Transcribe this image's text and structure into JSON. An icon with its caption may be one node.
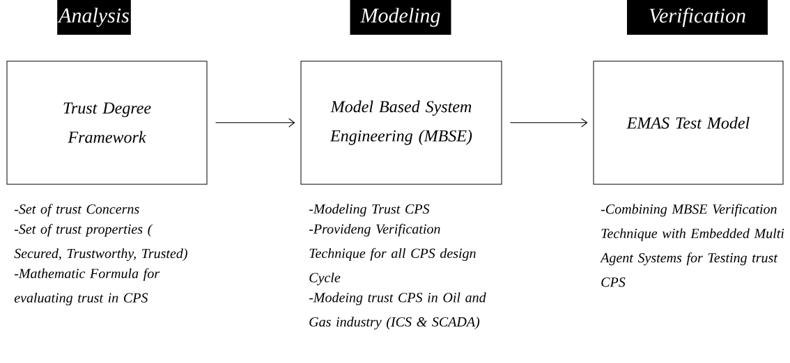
{
  "diagram": {
    "nodes": [
      {
        "text": [
          "Analysis",
          "Trust Degree Framework"
        ],
        "beside": [
          "-Set of trust Concerns",
          "-Set of trust properties ( Secured, Trustworthy, Trusted)",
          "-Mathematic Formula for evaluating trust in CPS"
        ]
      },
      {
        "text": [
          "Modeling",
          "Model Based System Engineering (MBSE)"
        ],
        "beside": [
          "-Modeling Trust CPS",
          "-Provideng Verification Technique for all CPS design Cycle",
          "-Modeing trust CPS in Oil and Gas industry (ICS & SCADA)"
        ]
      },
      {
        "text": [
          "Verification",
          "EMAS Test Model"
        ],
        "beside": [
          "-Combining MBSE Verification Technique with Embedded Multi Agent Systems for Testing trust CPS"
        ]
      }
    ],
    "edges": [
      {
        "from": 0,
        "to": 1,
        "arrow": "to"
      },
      {
        "from": 1,
        "to": 2,
        "arrow": "to"
      }
    ]
  }
}
